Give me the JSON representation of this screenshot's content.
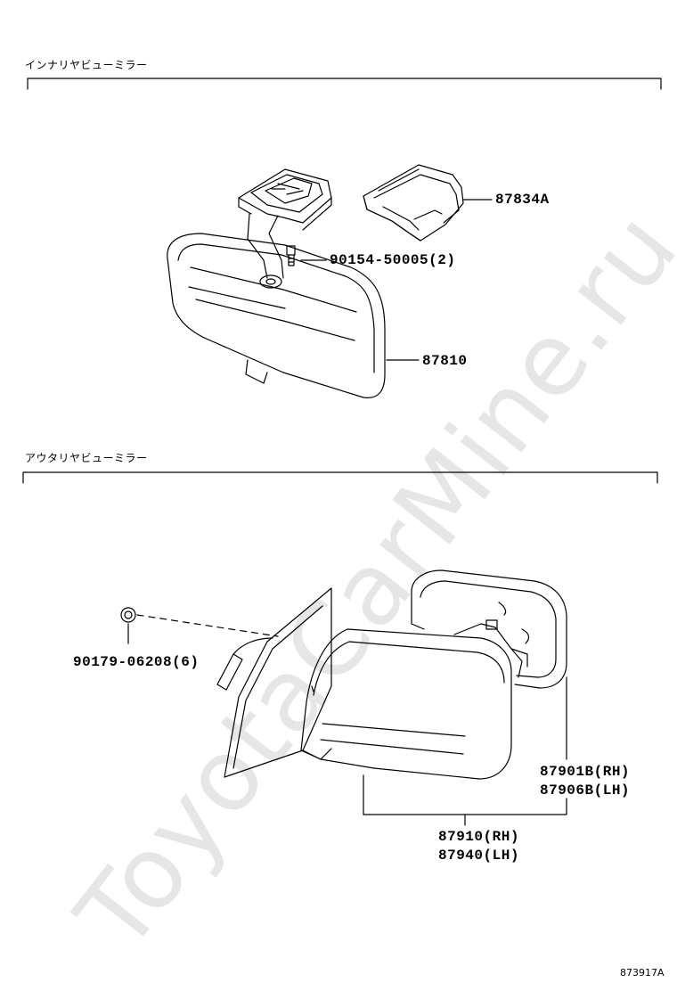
{
  "watermark": "ToyotaCarMine.ru",
  "sections": [
    {
      "title": "インナリヤビューミラー",
      "parts": [
        {
          "number": "87834A"
        },
        {
          "number": "90154-50005(2)"
        },
        {
          "number": "87810"
        }
      ]
    },
    {
      "title": "アウタリヤビューミラー",
      "parts": [
        {
          "number": "90179-06208(6)"
        },
        {
          "number": "87901B(RH)"
        },
        {
          "number": "87906B(LH)"
        },
        {
          "number": "87910(RH)"
        },
        {
          "number": "87940(LH)"
        }
      ]
    }
  ],
  "diagram_code": "873917A"
}
